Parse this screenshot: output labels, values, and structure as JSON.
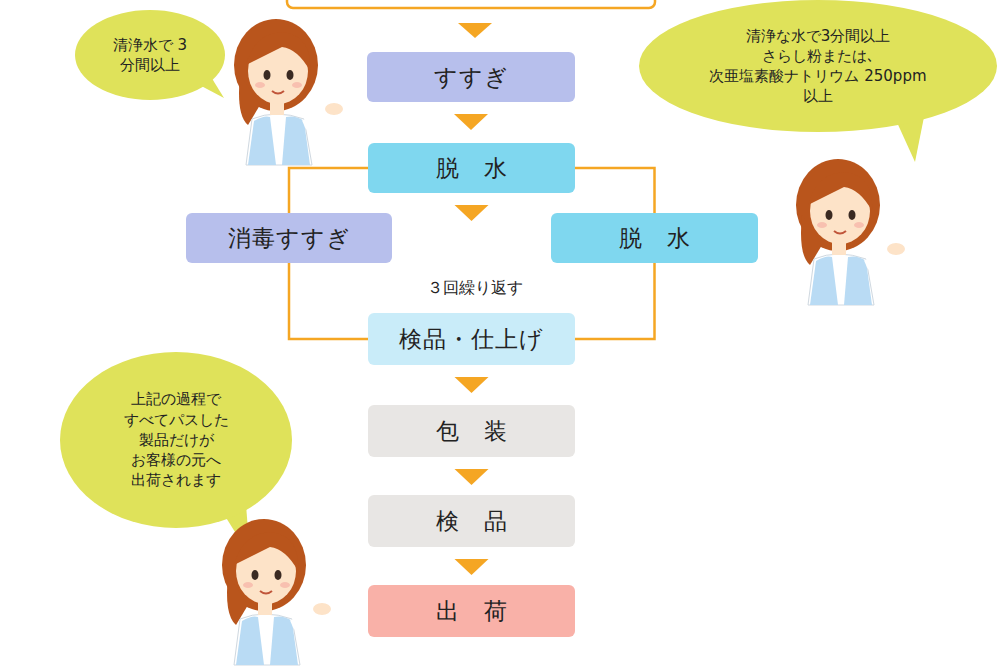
{
  "diagram": {
    "nodes": [
      {
        "text": [
          "清浄水で 3 分間以上"
        ]
      },
      {
        "text": [
          "清浄な水で3分間以上 さらし粉または､次亜塩素酸ナトリウム 250ppm 以上"
        ]
      },
      {
        "text": [
          "すすぎ"
        ]
      },
      {
        "text": [
          "脱　水"
        ]
      },
      {
        "text": [
          "消毒すすぎ"
        ]
      },
      {
        "text": [
          "脱　水"
        ]
      },
      {
        "text": [
          "検品・仕上げ"
        ]
      },
      {
        "text": [
          "上記の過程で すべてパスした 製品だけが お客様の元へ 出荷されます"
        ]
      },
      {
        "text": [
          "包　装"
        ]
      },
      {
        "text": [
          "検　品"
        ]
      },
      {
        "text": [
          "出　荷"
        ]
      }
    ],
    "edges": [
      {
        "from": 2,
        "to": 3,
        "arrow": "to"
      },
      {
        "from": 3,
        "to": 4,
        "arrow": "none"
      },
      {
        "from": 3,
        "to": 5,
        "arrow": "none"
      },
      {
        "from": 4,
        "to": 6,
        "arrow": "none"
      },
      {
        "from": 5,
        "to": 6,
        "arrow": "none"
      },
      {
        "from": 3,
        "to": 6,
        "arrow": "to"
      },
      {
        "from": 6,
        "to": 8,
        "arrow": "to"
      },
      {
        "from": 8,
        "to": 9,
        "arrow": "to"
      },
      {
        "from": 9,
        "to": 10,
        "arrow": "to"
      }
    ],
    "labels": [
      "３回繰り返す"
    ]
  }
}
